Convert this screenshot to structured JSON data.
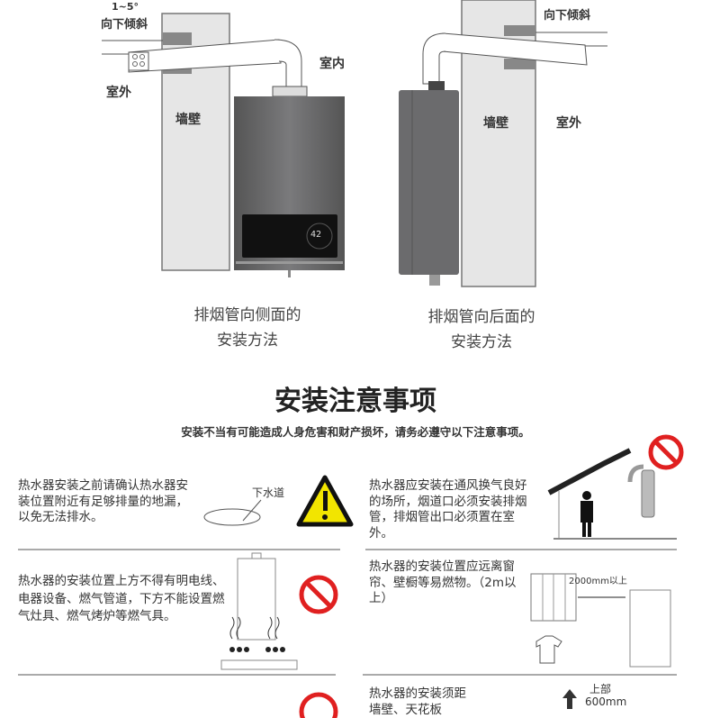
{
  "diagram_side": {
    "angle": "1~5°",
    "tilt": "向下倾斜",
    "indoor": "室内",
    "outdoor": "室外",
    "wall": "墙壁",
    "display_value": "42",
    "caption_line1": "排烟管向侧面的",
    "caption_line2": "安装方法"
  },
  "diagram_back": {
    "tilt": "向下倾斜",
    "wall": "墙壁",
    "outdoor": "室外",
    "caption_line1": "排烟管向后面的",
    "caption_line2": "安装方法"
  },
  "section": {
    "title": "安装注意事项",
    "subtitle": "安装不当有可能造成人身危害和财产损坏，请务必遵守以下注意事项。"
  },
  "notes": [
    {
      "text": "热水器安装之前请确认热水器安装位置附近有足够排量的地漏，以免无法排水。",
      "label": "下水道",
      "icon": "warning-icon"
    },
    {
      "text": "热水器应安装在通风换气良好的场所，烟道口必须安装排烟管，排烟管出口必须置在室外。",
      "icon": "prohibited-icon"
    },
    {
      "text": "热水器的安装位置上方不得有明电线、电器设备、燃气管道，下方不能设置燃气灶具、燃气烤炉等燃气具。",
      "icon": "prohibited-icon"
    },
    {
      "text": "热水器的安装位置应远离窗帘、壁橱等易燃物。（2m以上）",
      "label": "2000mm以上",
      "icon": "prohibited-icon"
    },
    {
      "text": "",
      "icon": "prohibited-icon"
    },
    {
      "text": "热水器的安装须距墙壁、天花板",
      "label_top": "上部",
      "label_dist": "600mm"
    }
  ],
  "colors": {
    "wall": "#e6e6e6",
    "heater": "#6b6b6d",
    "warning": "#f2e500",
    "prohibit": "#e02020"
  }
}
